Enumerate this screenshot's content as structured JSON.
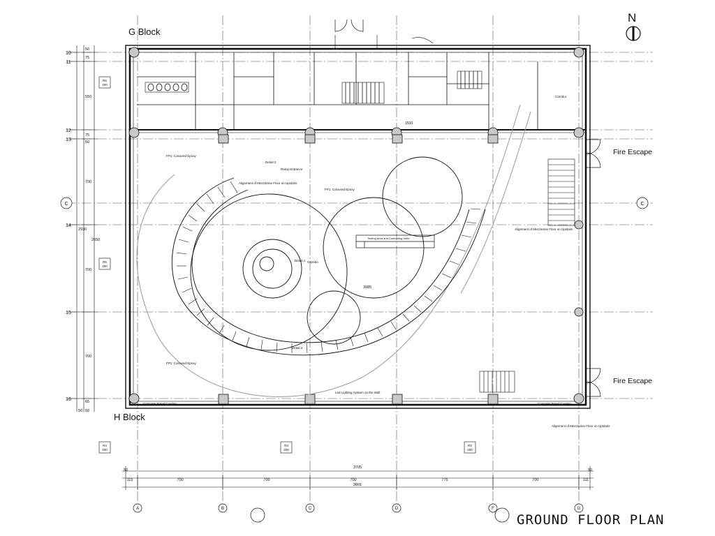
{
  "title": "GROUND FLOOR PLAN",
  "north_label": "N",
  "blocks": {
    "top": "G Block",
    "bottom": "H Block"
  },
  "fire_escape": [
    "Fire Escape",
    "Fire Escape"
  ],
  "grid_columns": [
    "A",
    "B",
    "C",
    "D",
    "F",
    "G"
  ],
  "grid_rows": [
    "10",
    "11",
    "12",
    "13",
    "C",
    "14",
    "15",
    "16"
  ],
  "left_dims": [
    "50",
    "75",
    "550",
    "75",
    "50",
    "700",
    "2930",
    "2650",
    "700",
    "700",
    "65",
    "50",
    "50"
  ],
  "bottom_dims": {
    "overall_top": "3705",
    "overall_bottom": "3801",
    "end_left": "50",
    "end_right": "50",
    "spans": [
      "115",
      "700",
      "700",
      "700",
      "775",
      "700",
      "111"
    ]
  },
  "room_tags": [
    {
      "code": "R5",
      "level": "400"
    },
    {
      "code": "R6",
      "level": "200"
    },
    {
      "code": "R4",
      "level": "200"
    },
    {
      "code": "R3",
      "level": "200"
    },
    {
      "code": "R2",
      "level": "200"
    }
  ],
  "annotations": {
    "stair_top": "1500",
    "circle_dim": "3985",
    "ramp": "Ramp Entrance",
    "floor_finish": "FP1: Coloured Epoxy",
    "gazebo": "Gazebo",
    "testing_area": "Testing Area and Controlling Units",
    "corridor": "Corridor",
    "detail_2": "Detail 2",
    "detail_3": "Detail 3",
    "detail_1": "Detail 1",
    "alignment": "Alignment of Mezzanine Floor on Upstairs",
    "led": "Led Lighting System on the Wall",
    "concrete": "Concrete Panel Coating"
  },
  "colors": {
    "ink": "#111111",
    "fill_grey": "#c8c8c8",
    "light_grey": "#9a9a9a"
  }
}
